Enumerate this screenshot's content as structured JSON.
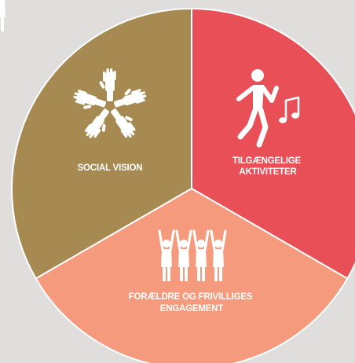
{
  "diagram": {
    "segments": [
      {
        "id": "social",
        "label_lines": [
          "SOCIAL VISION"
        ],
        "color": "#a68a52",
        "icon": "hands-together-icon"
      },
      {
        "id": "aktiviteter",
        "label_lines": [
          "TILGÆNGELIGE",
          "AKTIVITETER"
        ],
        "color": "#e84f56",
        "icon": "dancing-person-music-icon"
      },
      {
        "id": "engagement",
        "label_lines": [
          "FORÆLDRE OG FRIVILLIGES",
          "ENGAGEMENT"
        ],
        "color": "#f59a7d",
        "icon": "group-raising-hands-icon"
      }
    ],
    "background": "#e0dedd"
  }
}
